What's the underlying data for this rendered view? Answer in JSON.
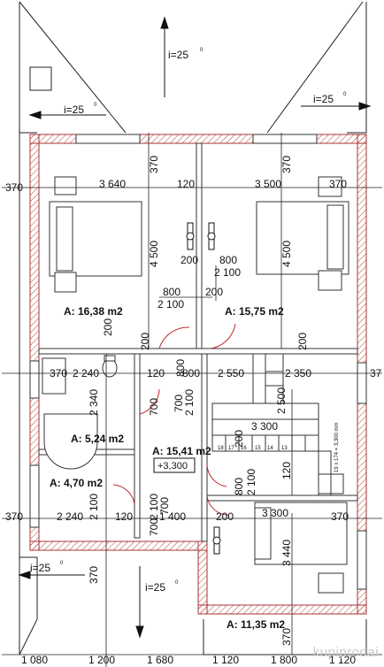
{
  "roof": {
    "slope_top": "i=25",
    "slope_left": "i=25",
    "slope_right": "i=25",
    "slope_bottom_left": "i=25",
    "slope_bottom": "i=25",
    "degree_mark": "0"
  },
  "rooms": [
    {
      "id": "bedroom-1",
      "label": "A: 16,38 m2"
    },
    {
      "id": "bedroom-2",
      "label": "A: 15,75 m2"
    },
    {
      "id": "bathroom",
      "label": "A: 5,24 m2"
    },
    {
      "id": "wc",
      "label": "A: 4,70 m2"
    },
    {
      "id": "hall",
      "label": "A: 15,41 m2"
    },
    {
      "id": "bedroom-3",
      "label": "A: 11,35 m2"
    }
  ],
  "level_mark": "+3,300",
  "stair_note": "19 x 174 = 3,300 mm",
  "stair_steps": [
    "18",
    "17",
    "16",
    "15",
    "14",
    "13"
  ],
  "dimensions": {
    "top_row": [
      "370",
      "3 640",
      "120",
      "3 500",
      "370"
    ],
    "verticals": [
      "370",
      "370",
      "4 500",
      "4 500",
      "2 340",
      "2 500",
      "2 100",
      "2 100",
      "3 440",
      "370",
      "370",
      "120",
      "700",
      "700"
    ],
    "openings": [
      "800",
      "2 100",
      "800",
      "2 100",
      "200",
      "200",
      "200",
      "200",
      "800",
      "700",
      "2 100",
      "700",
      "200",
      "800",
      "2 100",
      "200"
    ],
    "middle_row": [
      "370",
      "2 240",
      "120",
      "800",
      "2 550",
      "2 350",
      "37"
    ],
    "stair_run": "3 300",
    "lower_row": [
      "370",
      "2 240",
      "120",
      "1 400",
      "200",
      "3 300",
      "370"
    ],
    "bottom_row": [
      "1 080",
      "1 200",
      "1 680",
      "1 120",
      "1 800",
      "1 120"
    ]
  },
  "watermark": "kupiprodai"
}
